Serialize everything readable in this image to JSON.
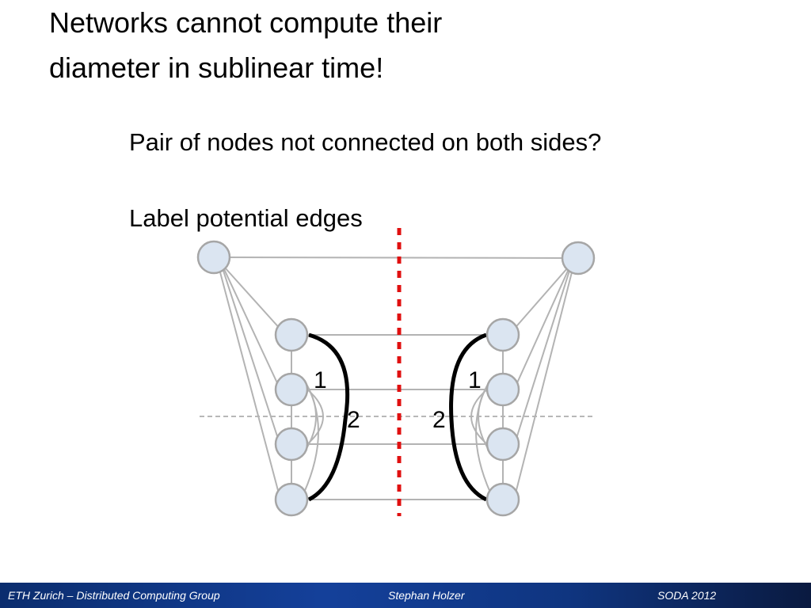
{
  "title": {
    "line1": "Networks cannot compute their",
    "line2": "diameter in sublinear time!"
  },
  "body": {
    "line1": "Pair of nodes not connected on both sides?",
    "line2": "Label potential edges"
  },
  "diagram": {
    "edge_labels": {
      "left_1": "1",
      "left_2": "2",
      "right_1": "1",
      "right_2": "2"
    },
    "colors": {
      "node_fill": "#dbe5f1",
      "node_stroke": "#a6a6a6",
      "edge": "#b3b3b3",
      "divider": "#e01010",
      "highlight": "#000000"
    }
  },
  "footer": {
    "left": "ETH Zurich – Distributed Computing Group",
    "center": "Stephan Holzer",
    "right": "SODA 2012"
  }
}
